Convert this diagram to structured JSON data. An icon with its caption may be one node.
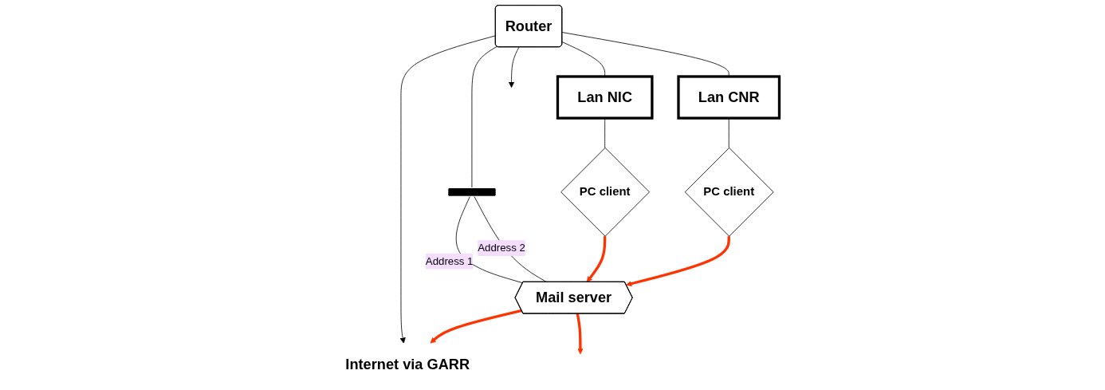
{
  "diagram": {
    "nodes": [
      {
        "text": [
          "Router"
        ]
      },
      {
        "text": [
          "Internet via GARR"
        ]
      },
      {
        "text": [
          "Lan NIC"
        ]
      },
      {
        "text": [],
        "shape": "bar"
      },
      {
        "text": [
          "Lan CNR"
        ]
      },
      {
        "text": [
          "PC client"
        ]
      },
      {
        "text": [
          "Mail server"
        ]
      },
      {
        "text": [
          "PC client"
        ]
      }
    ],
    "edges": [
      {
        "from": 0,
        "to": null,
        "arrow": "to"
      },
      {
        "from": 0,
        "to": 1,
        "arrow": "to"
      },
      {
        "from": 0,
        "to": 2,
        "arrow": "none"
      },
      {
        "from": 0,
        "to": 3,
        "arrow": "none"
      },
      {
        "from": 0,
        "to": 4,
        "arrow": "none"
      },
      {
        "from": 2,
        "to": 5,
        "arrow": "none"
      },
      {
        "from": 3,
        "to": 6,
        "arrow": "none",
        "label": "Address 1"
      },
      {
        "from": 3,
        "to": 6,
        "arrow": "none",
        "label": "Address 2"
      },
      {
        "from": 4,
        "to": 7,
        "arrow": "none"
      },
      {
        "from": 5,
        "to": 6,
        "arrow": "to",
        "style": "thick",
        "color": "#ff3300"
      },
      {
        "from": 7,
        "to": 6,
        "arrow": "to",
        "style": "thick",
        "color": "#ff3300"
      },
      {
        "from": 6,
        "to": 1,
        "arrow": "to",
        "style": "thick",
        "color": "#ff3300"
      },
      {
        "from": 6,
        "to": null,
        "arrow": "to",
        "style": "thick",
        "color": "#ff3300"
      }
    ]
  }
}
